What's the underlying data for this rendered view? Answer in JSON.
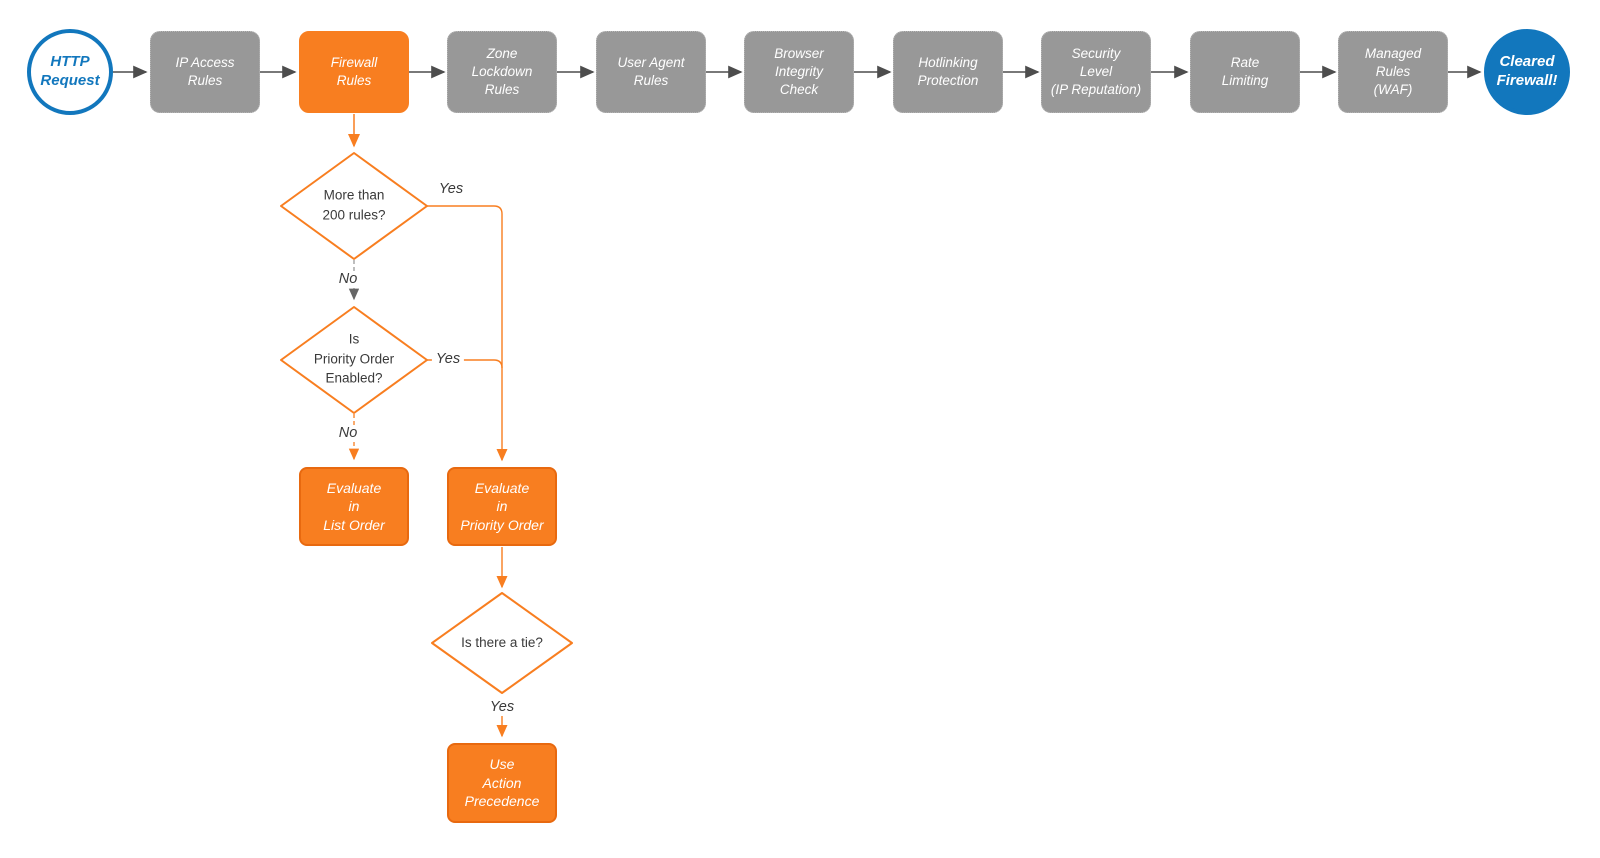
{
  "colors": {
    "orange": "#F87E20",
    "orange_border": "#E8690F",
    "gray_node": "#989898",
    "blue": "#1277BD",
    "connector_gray": "#4D4D4D",
    "text_dark": "#3A3A3A",
    "node_text": "#FFFFFF"
  },
  "flow": {
    "start": {
      "label": "HTTP\nRequest"
    },
    "end": {
      "label": "Cleared\nFirewall!"
    },
    "pipeline": [
      {
        "label": "IP Access\nRules"
      },
      {
        "label": "Firewall\nRules"
      },
      {
        "label": "Zone\nLockdown\nRules"
      },
      {
        "label": "User Agent\nRules"
      },
      {
        "label": "Browser\nIntegrity\nCheck"
      },
      {
        "label": "Hotlinking\nProtection"
      },
      {
        "label": "Security\nLevel\n(IP Reputation)"
      },
      {
        "label": "Rate\nLimiting"
      },
      {
        "label": "Managed\nRules\n(WAF)"
      }
    ],
    "decisions": [
      {
        "label": "More than\n200 rules?"
      },
      {
        "label": "Is\nPriority Order\nEnabled?"
      },
      {
        "label": "Is there a tie?"
      }
    ],
    "actions": [
      {
        "label": "Evaluate\nin\nList Order"
      },
      {
        "label": "Evaluate\nin\nPriority Order"
      },
      {
        "label": "Use\nAction\nPrecedence"
      }
    ],
    "branch_labels": {
      "yes1": "Yes",
      "no1": "No",
      "yes2": "Yes",
      "no2": "No",
      "yes3": "Yes"
    }
  }
}
